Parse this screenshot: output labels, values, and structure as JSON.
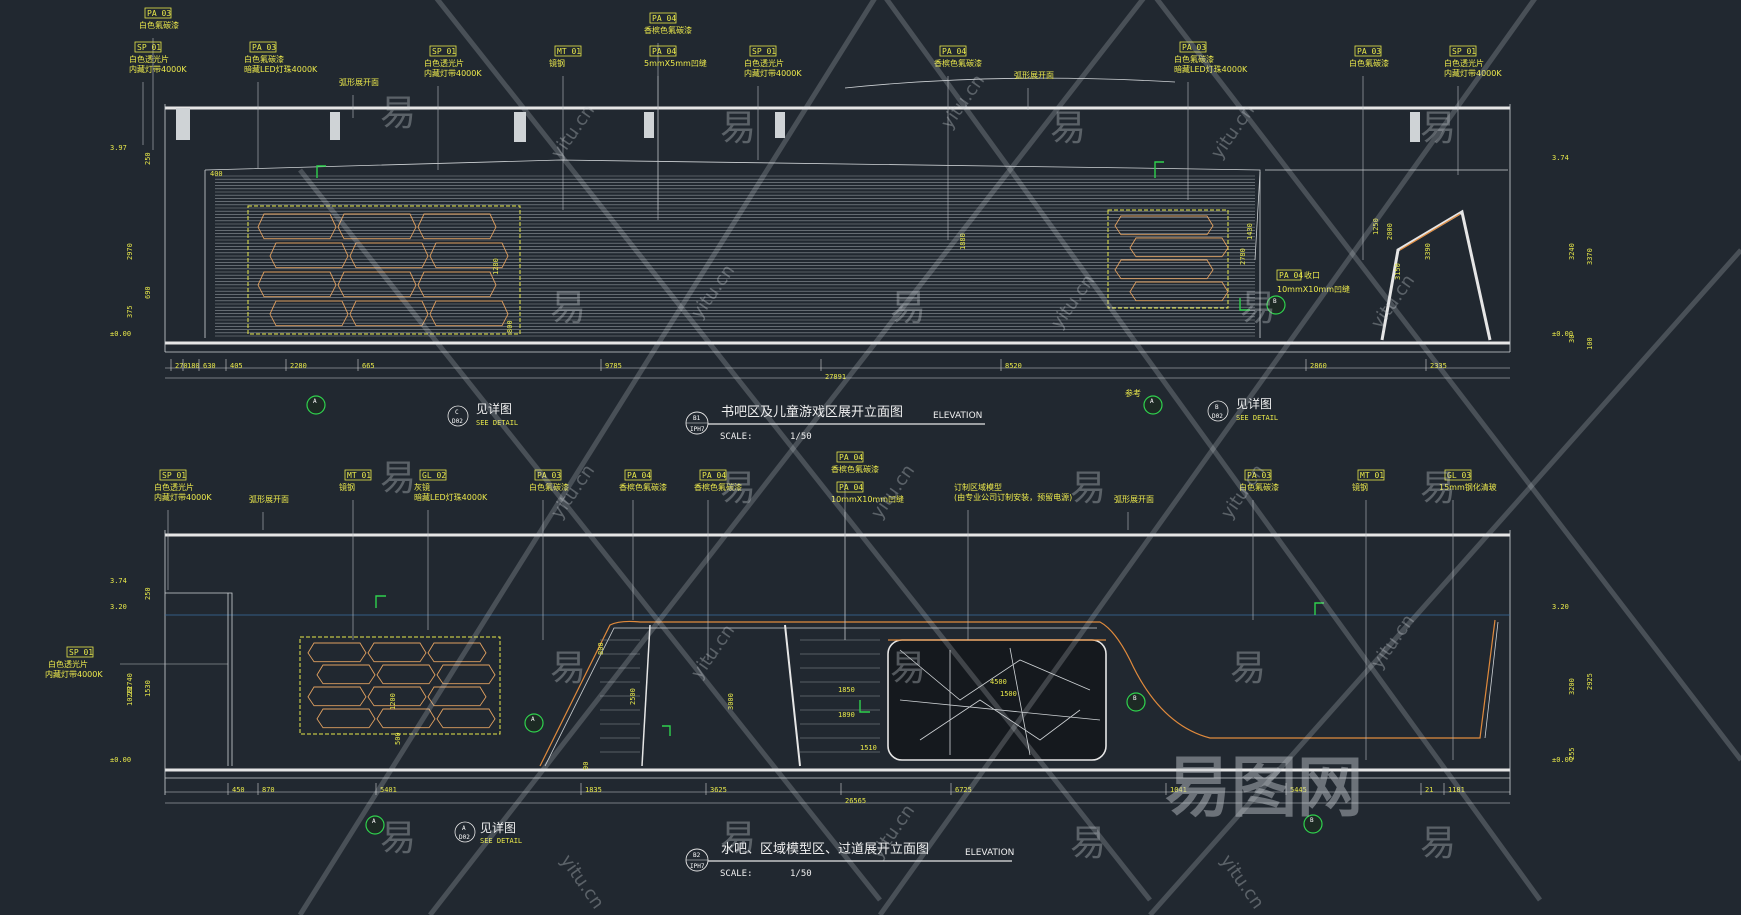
{
  "drawing_top": {
    "title": "书吧区及儿童游戏区展开立面图",
    "title_suffix": "ELEVATION",
    "drawing_no": "B1",
    "sheet": "IPH7",
    "scale_label": "SCALE:",
    "scale_value": "1/50",
    "notes": [
      {
        "code": "PA 03",
        "lines": [
          "白色氟碳漆"
        ]
      },
      {
        "code": "SP 01",
        "lines": [
          "白色透光片",
          "内藏灯带4000K"
        ]
      },
      {
        "code": "PA 03",
        "lines": [
          "白色氟碳漆",
          "暗藏LED灯珠4000K"
        ]
      },
      {
        "code": "",
        "lines": [
          "弧形展开面"
        ]
      },
      {
        "code": "SP 01",
        "lines": [
          "白色透光片",
          "内藏灯带4000K"
        ]
      },
      {
        "code": "MT 01",
        "lines": [
          "镜钢"
        ]
      },
      {
        "code": "PA 04",
        "lines": [
          "香槟色氟碳漆"
        ]
      },
      {
        "code": "PA 04",
        "lines": [
          "5mmX5mm凹缝"
        ]
      },
      {
        "code": "SP 01",
        "lines": [
          "白色透光片",
          "内藏灯带4000K"
        ]
      },
      {
        "code": "PA 04",
        "lines": [
          "香槟色氟碳漆"
        ]
      },
      {
        "code": "",
        "lines": [
          "弧形展开面"
        ]
      },
      {
        "code": "PA 03",
        "lines": [
          "白色氟碳漆",
          "暗藏LED灯珠4000K"
        ]
      },
      {
        "code": "PA 03",
        "lines": [
          "白色氟碳漆"
        ]
      },
      {
        "code": "SP 01",
        "lines": [
          "白色透光片",
          "内藏灯带4000K"
        ]
      }
    ],
    "inline_note": {
      "code": "PA 04",
      "text": "收口",
      "sub": "10mmX10mm凹缝"
    },
    "dims_bottom": [
      "270",
      "180",
      "630",
      "405",
      "2280",
      "665",
      "9785",
      "27891",
      "8520",
      "2860",
      "2335"
    ],
    "dims_left": [
      "3.97",
      "250",
      "2970",
      "±0.00",
      "375",
      "690"
    ],
    "dims_right": [
      "3.74",
      "3370",
      "3240",
      "±0.00",
      "30",
      "100"
    ],
    "inner_dims": [
      "400",
      "1280",
      "1880",
      "3390",
      "800",
      "2000",
      "1250",
      "3150",
      "1430",
      "2780"
    ],
    "detail_refs": [
      {
        "label": "见详图",
        "sub": "SEE DETAIL",
        "code": "C",
        "sheet": "D02"
      },
      {
        "label": "见详图",
        "sub": "SEE DETAIL",
        "code": "B",
        "sheet": "D02"
      }
    ],
    "ref_note": "参考",
    "section_bubbles": [
      "A",
      "A",
      "B"
    ]
  },
  "drawing_bottom": {
    "title": "水吧、区域模型区、过道展开立面图",
    "title_suffix": "ELEVATION",
    "drawing_no": "B2",
    "sheet": "IPH7",
    "scale_label": "SCALE:",
    "scale_value": "1/50",
    "notes": [
      {
        "code": "SP 01",
        "lines": [
          "白色透光片",
          "内藏灯带4000K"
        ]
      },
      {
        "code": "",
        "lines": [
          "弧形展开面"
        ]
      },
      {
        "code": "MT 01",
        "lines": [
          "镜钢"
        ]
      },
      {
        "code": "GL 02",
        "lines": [
          "灰镜",
          "暗藏LED灯珠4000K"
        ]
      },
      {
        "code": "PA 03",
        "lines": [
          "白色氟碳漆"
        ]
      },
      {
        "code": "PA 04",
        "lines": [
          "香槟色氟碳漆"
        ]
      },
      {
        "code": "PA 04",
        "lines": [
          "香槟色氟碳漆"
        ]
      },
      {
        "code": "PA 04",
        "lines": [
          "香槟色氟碳漆"
        ]
      },
      {
        "code": "PA 04",
        "lines": [
          "10mmX10mm凹缝"
        ]
      },
      {
        "code": "",
        "lines": [
          "订制区域模型",
          "(由专业公司订制安装，预留电源)"
        ]
      },
      {
        "code": "",
        "lines": [
          "弧形展开面"
        ]
      },
      {
        "code": "PA 03",
        "lines": [
          "白色氟碳漆"
        ]
      },
      {
        "code": "MT 01",
        "lines": [
          "镜钢"
        ]
      },
      {
        "code": "GL 03",
        "lines": [
          "15mm钢化清玻"
        ]
      }
    ],
    "left_note": {
      "code": "SP 01",
      "lines": [
        "白色透光片",
        "内藏灯带4000K"
      ]
    },
    "dims_bottom": [
      "450",
      "870",
      "5401",
      "1835",
      "3625",
      "26565",
      "6725",
      "1041",
      "5445",
      "21",
      "1181"
    ],
    "dims_left": [
      "3.74",
      "3.20",
      "2740",
      "±0.00",
      "20",
      "1530",
      "1020",
      "250"
    ],
    "dims_right": [
      "3.20",
      "2925",
      "3200",
      "±0.00",
      "255"
    ],
    "inner_dims": [
      "800",
      "90",
      "1850",
      "3000",
      "1890",
      "4500",
      "1500",
      "500",
      "1200",
      "2500",
      "1510"
    ],
    "detail_refs": [
      {
        "label": "见详图",
        "sub": "SEE DETAIL",
        "code": "A",
        "sheet": "D02"
      }
    ],
    "section_bubbles": [
      "B",
      "A",
      "A",
      "B"
    ]
  },
  "watermark": {
    "brand": "易图网",
    "glyph": "易",
    "url": "yitu.cn"
  },
  "colors": {
    "background": "#212830",
    "annotation": "#e8e84a",
    "accent_orange": "#e08a3c",
    "section_green": "#2fd14d",
    "linework": "#e6e6e6"
  }
}
